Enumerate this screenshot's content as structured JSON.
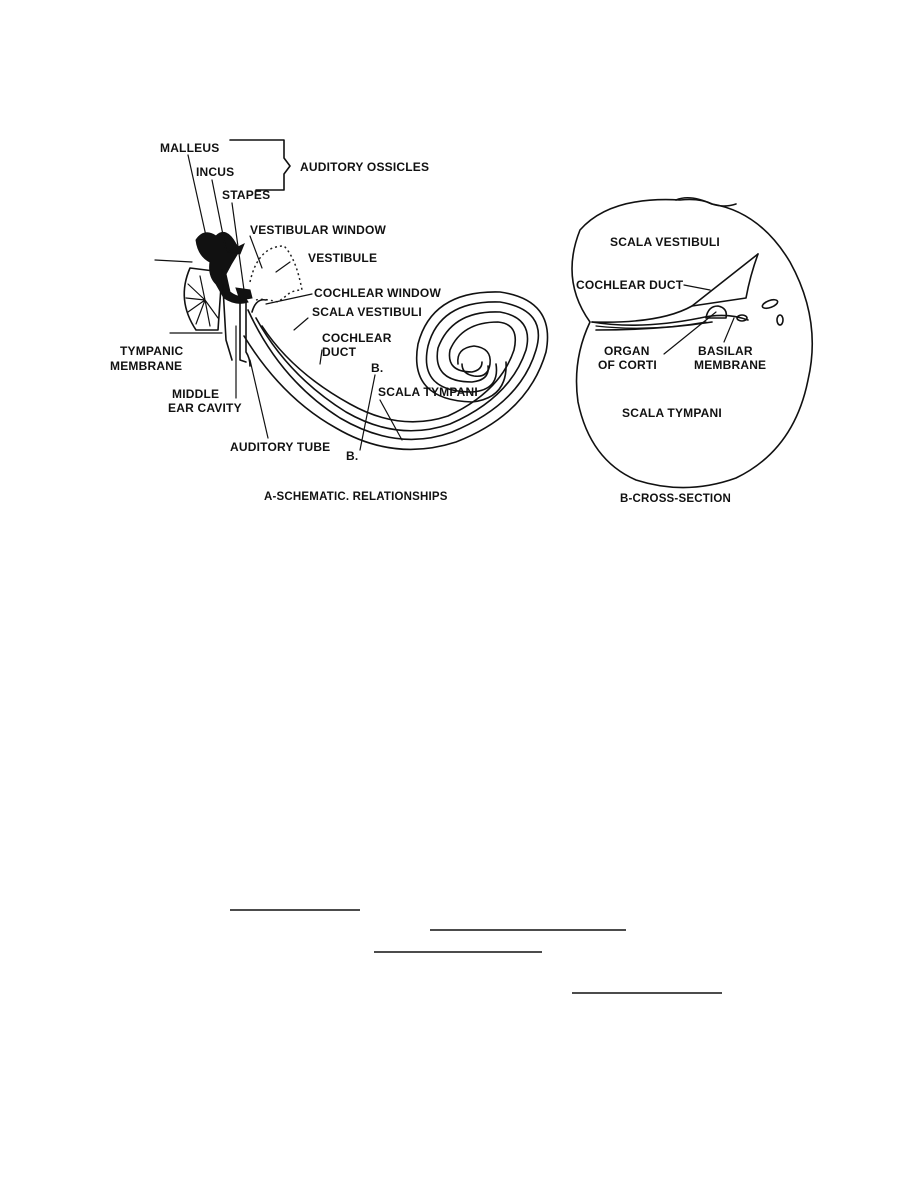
{
  "figure_a": {
    "caption": "A-SCHEMATIC. RELATIONSHIPS",
    "labels": {
      "malleus": "MALLEUS",
      "incus": "INCUS",
      "stapes": "STAPES",
      "auditory_ossicles": "AUDITORY OSSICLES",
      "vestibular_window": "VESTIBULAR  WINDOW",
      "vestibule": "VESTIBULE",
      "cochlear_window": "COCHLEAR WINDOW",
      "scala_vestibuli": "SCALA VESTIBULI",
      "cochlear_duct_1": "COCHLEAR",
      "cochlear_duct_2": "DUCT",
      "b_top": "B.",
      "scala_tympani": "SCALA TYMPANI",
      "b_bottom": "B.",
      "tympanic_membrane_1": "TYMPANIC",
      "tympanic_membrane_2": "MEMBRANE",
      "middle_ear_cavity_1": "MIDDLE",
      "middle_ear_cavity_2": "EAR CAVITY",
      "auditory_tube": "AUDITORY TUBE"
    }
  },
  "figure_b": {
    "caption": "B-CROSS-SECTION",
    "labels": {
      "scala_vestibuli": "SCALA VESTIBULI",
      "cochlear_duct": "COCHLEAR DUCT",
      "organ_of_corti_1": "ORGAN",
      "organ_of_corti_2": "OF CORTI",
      "basilar_membrane_1": "BASILAR",
      "basilar_membrane_2": "MEMBRANE",
      "scala_tympani": "SCALA TYMPANI"
    }
  }
}
